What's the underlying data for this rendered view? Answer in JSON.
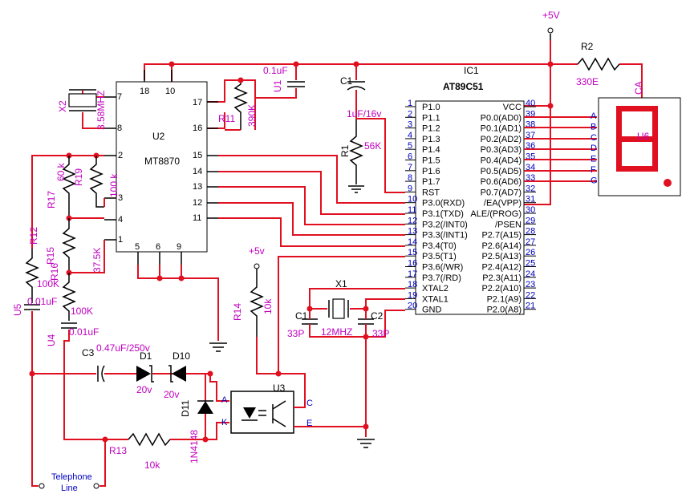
{
  "supply": {
    "label": "+5V",
    "small_label": "+5v"
  },
  "ic1": {
    "ref": "IC1",
    "part": "AT89C51",
    "left_pins": [
      "P1.0",
      "P1.1",
      "P1.2",
      "P1.3",
      "P1.4",
      "P1.5",
      "P1.6",
      "P1.7",
      "RST",
      "P3.0(RXD)",
      "P3.1(TXD)",
      "P3.2(/INT0)",
      "P3.3(/INT1)",
      "P3.4(T0)",
      "P3.5(T1)",
      "P3.6(/WR)",
      "P3.7(/RD)",
      "XTAL2",
      "XTAL1",
      "GND"
    ],
    "left_nums": [
      "1",
      "2",
      "3",
      "4",
      "5",
      "6",
      "7",
      "8",
      "9",
      "10",
      "11",
      "12",
      "13",
      "14",
      "15",
      "16",
      "17",
      "18",
      "19",
      "20"
    ],
    "right_pins": [
      "VCC",
      "P0.0(AD0)",
      "P0.1(AD1)",
      "P0.2(AD2)",
      "P0.3(AD3)",
      "P0.4(AD4)",
      "P0.5(AD5)",
      "P0.6(AD6)",
      "P0.7(AD7)",
      "/EA(VPP)",
      "ALE/(PROG)",
      "/PSEN",
      "P2.7(A15)",
      "P2.6(A14)",
      "P2.5(A13)",
      "P2.4(A12)",
      "P2.3(A11)",
      "P2.2(A10)",
      "P2.1(A9)",
      "P2.0(A8)"
    ],
    "right_nums": [
      "40",
      "39",
      "38",
      "37",
      "36",
      "35",
      "34",
      "33",
      "32",
      "31",
      "30",
      "29",
      "28",
      "27",
      "26",
      "25",
      "24",
      "23",
      "22",
      "21"
    ]
  },
  "u2": {
    "ref": "U2",
    "part": "MT8870",
    "pins": {
      "p7": "7",
      "p8": "8",
      "p18": "18",
      "p10": "10",
      "p17": "17",
      "p16": "16",
      "p15": "15",
      "p14": "14",
      "p13": "13",
      "p12": "12",
      "p11": "11",
      "p2": "2",
      "p3": "3",
      "p4": "4",
      "p1": "1",
      "p5": "5",
      "p6": "6",
      "p9": "9"
    }
  },
  "u6": {
    "ref": "U6",
    "ca": "CA",
    "segments": [
      "A",
      "B",
      "C",
      "D",
      "E",
      "F",
      "G"
    ]
  },
  "u3": {
    "ref": "U3",
    "a": "A",
    "k": "K",
    "c": "C",
    "e": "E"
  },
  "components": {
    "r2": {
      "ref": "R2",
      "value": "330E"
    },
    "c1_top": {
      "ref": "C1",
      "value": "1uF/16v"
    },
    "r1": {
      "ref": "R1",
      "value": "56K"
    },
    "u1": {
      "ref": "U1",
      "value": "0.1uF"
    },
    "r11": {
      "ref": "R11",
      "value": "390K"
    },
    "x2": {
      "ref": "X2",
      "value": "3.58MHZ"
    },
    "r17": {
      "ref": "R17",
      "value": "60 k"
    },
    "r19": {
      "ref": "R19",
      "value": "100 k"
    },
    "r12": {
      "ref": "R12"
    },
    "r15": {
      "ref": "R15",
      "value": "37.5K"
    },
    "r16": {
      "ref": "R16",
      "value": "100K"
    },
    "u5": {
      "ref": "U5",
      "value": "0.01uF"
    },
    "r_100k_b": {
      "value": "100K"
    },
    "u4": {
      "ref": "U4",
      "value": "0.01uF"
    },
    "c3": {
      "ref": "C3",
      "value": "0.47uF/250v"
    },
    "d1": {
      "ref": "D1",
      "value": "20v"
    },
    "d10": {
      "ref": "D10",
      "value": "20v"
    },
    "d11": {
      "ref": "D11",
      "value": "1N4148"
    },
    "r13": {
      "ref": "R13",
      "value": "10k"
    },
    "r14": {
      "ref": "R14",
      "value": "10k"
    },
    "x1": {
      "ref": "X1",
      "value": "12MHZ"
    },
    "c1_xtal": {
      "ref": "C1",
      "value": "33P"
    },
    "c2_xtal": {
      "ref": "C2",
      "value": "33P"
    }
  },
  "telephone": {
    "line1": "Telephone",
    "line2": "Line"
  }
}
